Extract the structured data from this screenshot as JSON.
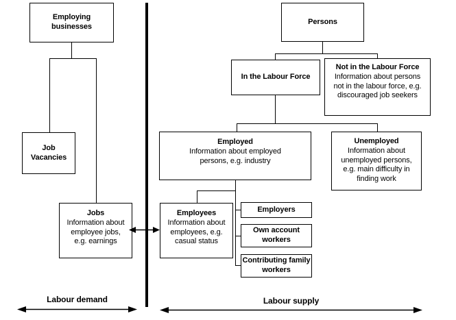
{
  "diagram": {
    "boxes": {
      "employing_businesses": {
        "title": "Employing businesses"
      },
      "job_vacancies": {
        "title": "Job Vacancies"
      },
      "jobs": {
        "title": "Jobs",
        "body": "Information about employee jobs, e.g. earnings"
      },
      "persons": {
        "title": "Persons"
      },
      "in_labour_force": {
        "title": "In the Labour Force"
      },
      "not_in_labour_force": {
        "title": "Not in the Labour Force",
        "body": "Information about persons not in the labour force, e.g. discouraged job seekers"
      },
      "employed": {
        "title": "Employed",
        "body": "Information about employed persons, e.g. industry"
      },
      "unemployed": {
        "title": "Unemployed",
        "body": "Information about unemployed persons, e.g. main difficulty in finding work"
      },
      "employees": {
        "title": "Employees",
        "body": "Information about employees, e.g. casual status"
      },
      "employers": {
        "title": "Employers"
      },
      "own_account_workers": {
        "title": "Own account workers"
      },
      "contributing_family_workers": {
        "title": "Contributing family workers"
      }
    },
    "labels": {
      "demand": "Labour demand",
      "supply": "Labour supply"
    },
    "colors": {
      "line": "#000000",
      "background": "#ffffff",
      "text": "#000000"
    }
  }
}
